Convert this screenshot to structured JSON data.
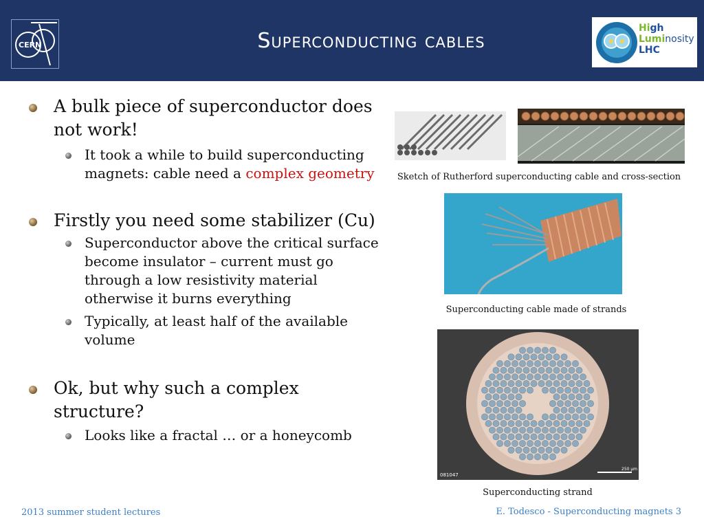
{
  "header": {
    "title": "Superconducting cables",
    "cern_logo_text": "CERN",
    "hl_logo": {
      "line1_accent": "Hi",
      "line1": "gh",
      "line2_accent": "Lumi",
      "line2": "nosity",
      "line3": "LHC"
    }
  },
  "bullets": [
    {
      "text": "A bulk piece of superconductor does not work!",
      "sub": [
        {
          "text": "It took a while to build superconducting magnets: cable need a ",
          "highlight": "complex geometry"
        }
      ]
    },
    {
      "text": "Firstly you need some stabilizer (Cu)",
      "sub": [
        {
          "text": "Superconductor above the critical surface become insulator – current must go through a low resistivity material otherwise it burns everything"
        },
        {
          "text": "Typically, at least half of the available volume"
        }
      ]
    },
    {
      "text": "Ok, but why such a complex structure?",
      "sub": [
        {
          "text": "Looks like a fractal … or a honeycomb"
        }
      ]
    }
  ],
  "figures": {
    "caption1": "Sketch of Rutherford superconducting cable and cross-section",
    "caption2": "Superconducting cable made of strands",
    "caption3": "Superconducting strand",
    "micro_label": "081047",
    "scale_label": "250 μm"
  },
  "footer": {
    "left": "2013 summer student lectures",
    "right": "E. Todesco - Superconducting magnets 3"
  },
  "colors": {
    "header_bg": "#1f3566",
    "highlight": "#cc1111",
    "footer": "#3b7fc4"
  }
}
